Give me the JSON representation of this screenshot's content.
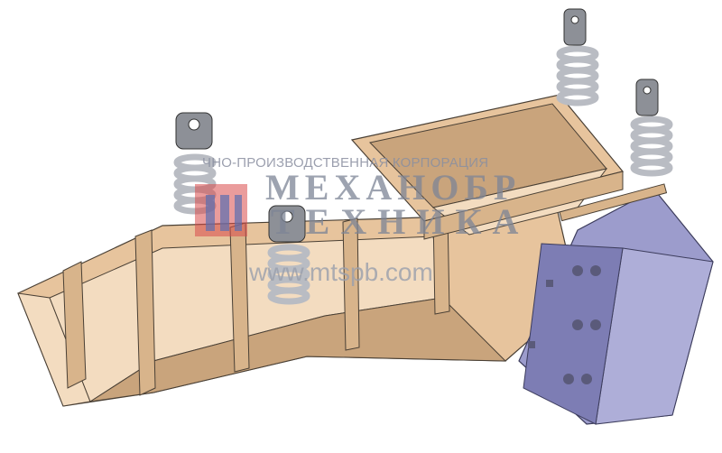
{
  "watermark": {
    "line1": "ЧНО-ПРОИЗВОДСТВЕННАЯ КОРПОРАЦИЯ",
    "line2": "МЕХАНОБР",
    "line3": "ТЕХНИКА",
    "url": "www.mtspb.com"
  },
  "colors": {
    "trough": "#e7c49d",
    "trough_dark": "#c9a47c",
    "trough_light": "#f3dcc0",
    "spring": "#b9bcc3",
    "bracket": "#8d9097",
    "vibrator": "#9c9ccc",
    "vibrator_dark": "#7d7db4",
    "watermark": "#7d8596"
  }
}
